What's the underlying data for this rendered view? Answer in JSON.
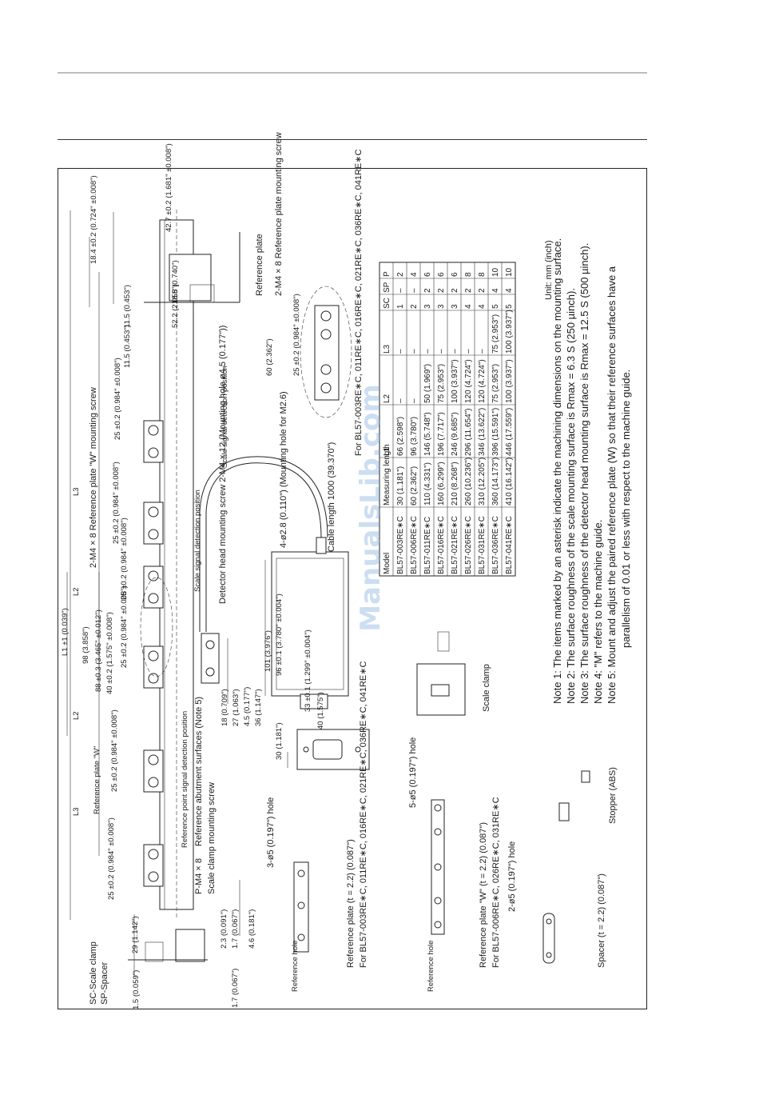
{
  "labels": {
    "sc_scale_clamp": "SC-Scale clamp",
    "sp_spacer": "SP-Spacer",
    "p_m4x8": "P-M4 × 8",
    "scale_clamp_mounting_screw": "Scale clamp mounting screw",
    "ref_abutment": "Reference abutment surfaces (Note 5)",
    "ref_point_signal": "Reference point signal detection position",
    "ref_plate_w": "Reference plate \"W\"",
    "m4x8_ref_plate_w": "2-M4 × 8 Reference plate \"W\" mounting screw",
    "scale_signal_pos": "Scale signal detection position",
    "detector_head_screw": "Detector head mounting screw 2-M4 × 12 (Mounting hole ø4.5 (0.177\"))",
    "l1": "L1 ±1 (0.039\")",
    "l2": "L2",
    "l3": "L3",
    "cable_length": "Cable length 1000 (39.370\")",
    "m2_hole": "4-ø2.8 (0.110\") (Mounting hole for M2.6)",
    "scale_clamp": "Scale clamp",
    "ref_plate_22": "Reference plate (t = 2.2) (0.087\")",
    "ref_plate_for": "For BL57-003RE∗C, 011RE∗C, 016RE∗C, 021RE∗C, 036RE∗C, 041RE∗C",
    "ref_plate_w_22": "Reference plate \"W\" (t = 2.2) (0.087\")",
    "ref_plate_w_for": "For BL57-006RE∗C, 026RE∗C, 031RE∗C",
    "spacer": "Spacer (t = 2.2) (0.087\")",
    "stopper": "Stopper (ABS)",
    "ref_plate_right": "Reference plate",
    "m4x8_ref_right": "2-M4 × 8 Reference plate mounting screw",
    "for_models_right": "For BL57-003RE∗C, 011RE∗C, 016RE∗C, 021RE∗C, 036RE∗C, 041RE∗C",
    "hole_3": "3-ø5 (0.197\") hole",
    "hole_5": "5-ø5 (0.197\") hole",
    "hole_2": "2-ø5 (0.197\") hole",
    "ref_hole": "Reference hole",
    "dim_98": "98 (3.858\")",
    "dim_88": "88 ±0.3 (3.465\" ±0.012\")",
    "dim_40": "40 ±0.2 (1.575\" ±0.008\")",
    "dim_25": "25 ±0.2 (0.984\" ±0.008\")",
    "dim_101": "101 (3.976\")",
    "dim_96": "96 ±0.1 (3.780\" ±0.004\")",
    "dim_33": "33 ±0.1 (1.299\" ±0.004\")",
    "dim_40b": "40 (1.575\")",
    "dim_30": "30 (1.181\")",
    "dim_18": "18 (0.709\")",
    "dim_27": "27 (1.063\")",
    "dim_45": "4.5 (0.177\")",
    "dim_36": "36 (1.147\")",
    "dim_29": "29 (1.142\")",
    "dim_23": "2.3 (0.091\")",
    "dim_17": "1.7 (0.067\")",
    "dim_46": "4.6 (0.181\")",
    "dim_15": "1.5 (0.059\")",
    "dim_184": "18.4 ±0.2 (0.724\" ±0.008\")",
    "dim_427": "42.7 ±0.2 (1.681\" ±0.008\")",
    "dim_522": "52.2 (2.055\")",
    "dim_188": "18.8 (0.740\")",
    "dim_115": "11.5 (0.453\")",
    "dim_60": "60 (2.362\")",
    "unit": "Unit: mm (inch)"
  },
  "notes": [
    "Note 1: The items marked by an asterisk indicate the machining dimensions on the mounting surface.",
    "Note 2: The surface roughness of the scale mounting surface is Rmax = 6.3 S (250 µinch).",
    "Note 3: The surface roughness of the detector head mounting surface is Rmax = 12.5 S (500 µinch).",
    "Note 4: \"M\" refers to the machine guide.",
    "Note 5: Mount and adjust the paired reference plate (W) so that their reference surfaces have a",
    "parallelism of 0.01 or less with respect to the machine guide."
  ],
  "table": {
    "headers": [
      "Model",
      "Measuring length",
      "L1",
      "L2",
      "L3",
      "SC",
      "SP",
      "P"
    ],
    "rows": [
      [
        "BL57-003RE∗C",
        "30 (1.181\")",
        "66 (2.598\")",
        "–",
        "–",
        "1",
        "–",
        "2"
      ],
      [
        "BL57-006RE∗C",
        "60 (2.362\")",
        "96 (3.780\")",
        "–",
        "–",
        "2",
        "–",
        "4"
      ],
      [
        "BL57-011RE∗C",
        "110 (4.331\")",
        "146 (5.748\")",
        "50 (1.969\")",
        "–",
        "3",
        "2",
        "6"
      ],
      [
        "BL57-016RE∗C",
        "160 (6.299\")",
        "196 (7.717\")",
        "75 (2.953\")",
        "–",
        "3",
        "2",
        "6"
      ],
      [
        "BL57-021RE∗C",
        "210 (8.268\")",
        "246 (9.685\")",
        "100 (3.937\")",
        "–",
        "3",
        "2",
        "6"
      ],
      [
        "BL57-026RE∗C",
        "260 (10.236\")",
        "296 (11.654\")",
        "120 (4.724\")",
        "–",
        "4",
        "2",
        "8"
      ],
      [
        "BL57-031RE∗C",
        "310 (12.205\")",
        "346 (13.622\")",
        "120 (4.724\")",
        "–",
        "4",
        "2",
        "8"
      ],
      [
        "BL57-036RE∗C",
        "360 (14.173\")",
        "396 (15.591\")",
        "75 (2.953\")",
        "75 (2.953\")",
        "5",
        "4",
        "10"
      ],
      [
        "BL57-041RE∗C",
        "410 (16.142\")",
        "446 (17.559\")",
        "100 (3.937\")",
        "100 (3.937\")",
        "5",
        "4",
        "10"
      ]
    ]
  },
  "watermark": "ManualsLib.com"
}
